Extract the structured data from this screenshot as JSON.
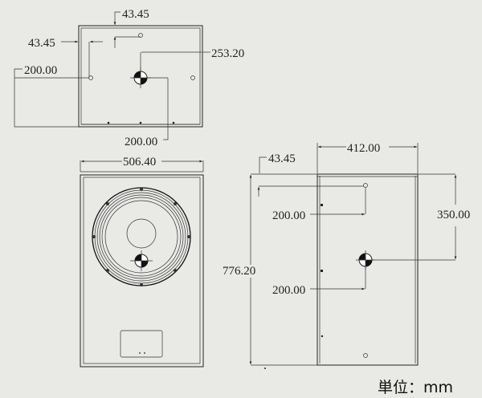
{
  "top_view": {
    "dim_top_offset": "43.45",
    "dim_left_offset": "43.45",
    "dim_right": "253.20",
    "dim_left_vertical": "200.00",
    "dim_bottom": "200.00"
  },
  "front_view": {
    "dim_width": "506.40"
  },
  "side_view": {
    "dim_width": "412.00",
    "dim_top_offset": "43.45",
    "dim_height": "776.20",
    "dim_upper_hole": "200.00",
    "dim_center_of_gravity": "350.00",
    "dim_lower": "200.00"
  },
  "unit_label": "単位：mm"
}
